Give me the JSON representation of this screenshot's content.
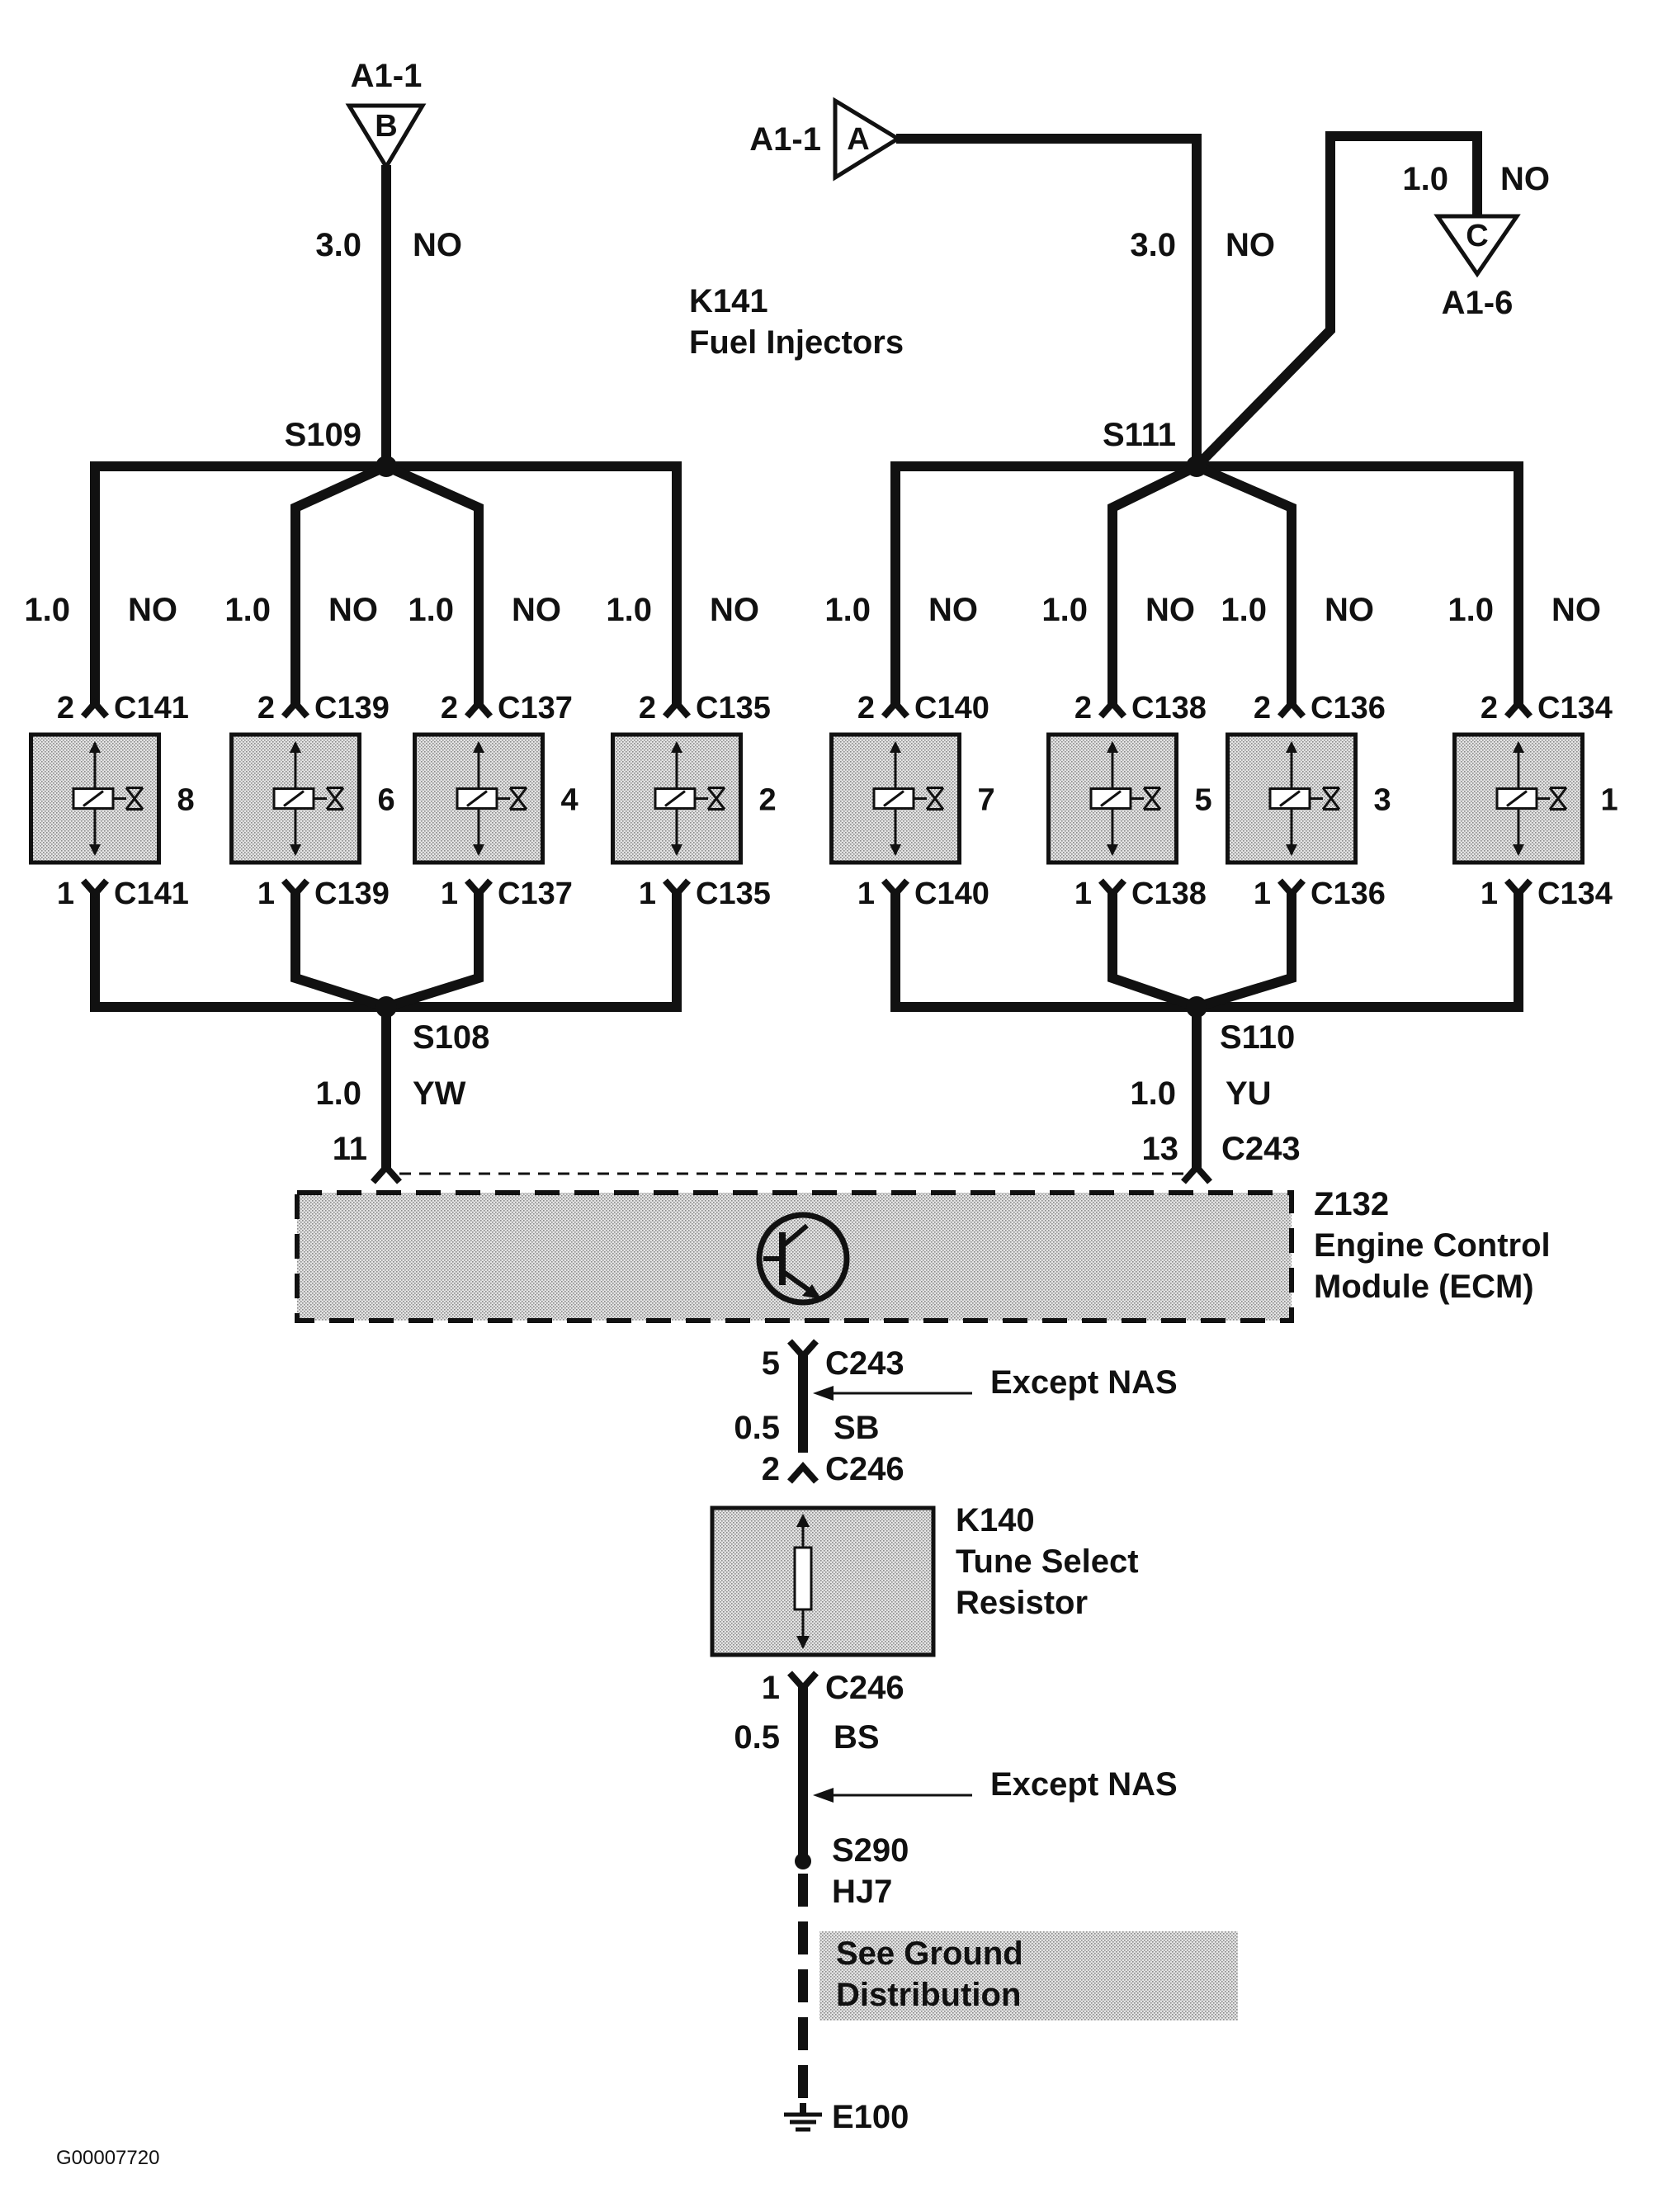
{
  "title": {
    "code": "K141",
    "name": "Fuel Injectors"
  },
  "sources": {
    "left": {
      "label": "A1-1",
      "letter": "B"
    },
    "right": {
      "label": "A1-1",
      "letter": "A"
    },
    "right_branch": {
      "label": "A1-6",
      "letter": "C",
      "size": "1.0",
      "color": "NO"
    }
  },
  "feeds": {
    "left": {
      "size": "3.0",
      "color": "NO"
    },
    "right": {
      "size": "3.0",
      "color": "NO"
    }
  },
  "splices": {
    "top_left": "S109",
    "top_right": "S111",
    "bottom_left": "S108",
    "bottom_right": "S110"
  },
  "injectors": [
    {
      "number": "8",
      "connector": "C141",
      "pin_top": "2",
      "pin_bottom": "1",
      "size": "1.0",
      "color": "NO"
    },
    {
      "number": "6",
      "connector": "C139",
      "pin_top": "2",
      "pin_bottom": "1",
      "size": "1.0",
      "color": "NO"
    },
    {
      "number": "4",
      "connector": "C137",
      "pin_top": "2",
      "pin_bottom": "1",
      "size": "1.0",
      "color": "NO"
    },
    {
      "number": "2",
      "connector": "C135",
      "pin_top": "2",
      "pin_bottom": "1",
      "size": "1.0",
      "color": "NO"
    },
    {
      "number": "7",
      "connector": "C140",
      "pin_top": "2",
      "pin_bottom": "1",
      "size": "1.0",
      "color": "NO"
    },
    {
      "number": "5",
      "connector": "C138",
      "pin_top": "2",
      "pin_bottom": "1",
      "size": "1.0",
      "color": "NO"
    },
    {
      "number": "3",
      "connector": "C136",
      "pin_top": "2",
      "pin_bottom": "1",
      "size": "1.0",
      "color": "NO"
    },
    {
      "number": "1",
      "connector": "C134",
      "pin_top": "2",
      "pin_bottom": "1",
      "size": "1.0",
      "color": "NO"
    }
  ],
  "return_wires": {
    "left": {
      "size": "1.0",
      "color": "YW",
      "pin": "11"
    },
    "right": {
      "size": "1.0",
      "color": "YU",
      "pin": "13",
      "connector": "C243"
    }
  },
  "ecm": {
    "code": "Z132",
    "line1": "Engine Control",
    "line2": "Module (ECM)"
  },
  "tune_circuit": {
    "ecm_pin": "5",
    "ecm_connector": "C243",
    "note1": "Except NAS",
    "wire1": {
      "size": "0.5",
      "color": "SB"
    },
    "res_pin_top": "2",
    "res_connector_top": "C246",
    "resistor": {
      "code": "K140",
      "line1": "Tune Select",
      "line2": "Resistor"
    },
    "res_pin_bottom": "1",
    "res_connector_bottom": "C246",
    "wire2": {
      "size": "0.5",
      "color": "BS"
    },
    "note2": "Except NAS",
    "splice": "S290",
    "harness": "HJ7",
    "ground_note": {
      "line1": "See Ground",
      "line2": "Distribution"
    },
    "ground": "E100"
  },
  "figure_id": "G00007720"
}
